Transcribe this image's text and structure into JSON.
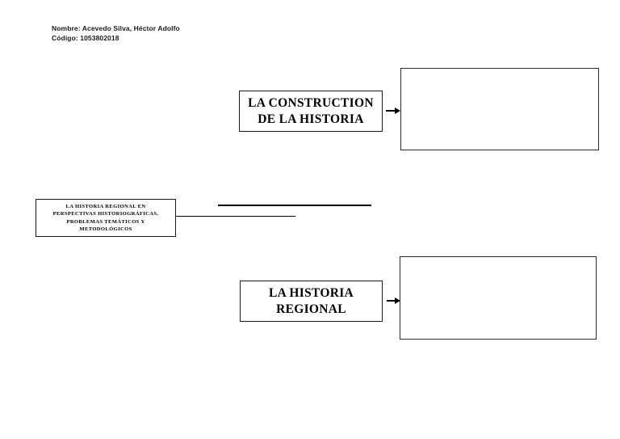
{
  "document": {
    "header": {
      "name_line": "Nombre: Acevedo Silva, Héctor Adolfo",
      "code_line": "Código: 1053802018"
    },
    "diagram": {
      "main_title_box": {
        "lines": [
          "LA HISTORIA REGIONAL EN",
          "PERSPECTIVAS HISTORIOGRÁFICAS.",
          "PROBLEMAS TEMÁTICOS Y",
          "METODOLÓGICOS"
        ],
        "full_text": "LA HISTORIA REGIONAL EN PERSPECTIVAS HISTORIOGRÁFICAS. PROBLEMAS TEMÁTICOS Y METODOLÓGICOS"
      },
      "branches": [
        {
          "topic_lines": [
            "LA CONSTRUCTION",
            "DE LA HISTORIA"
          ],
          "topic_text": "LA CONSTRUCTION DE LA HISTORIA",
          "detail_text": ""
        },
        {
          "topic_lines": [
            "LA HISTORIA",
            "REGIONAL"
          ],
          "topic_text": "LA HISTORIA REGIONAL",
          "detail_text": ""
        }
      ],
      "colors": {
        "line": "#000000",
        "box_border": "#1a1a1a",
        "text": "#000000",
        "background": "#ffffff"
      }
    }
  }
}
